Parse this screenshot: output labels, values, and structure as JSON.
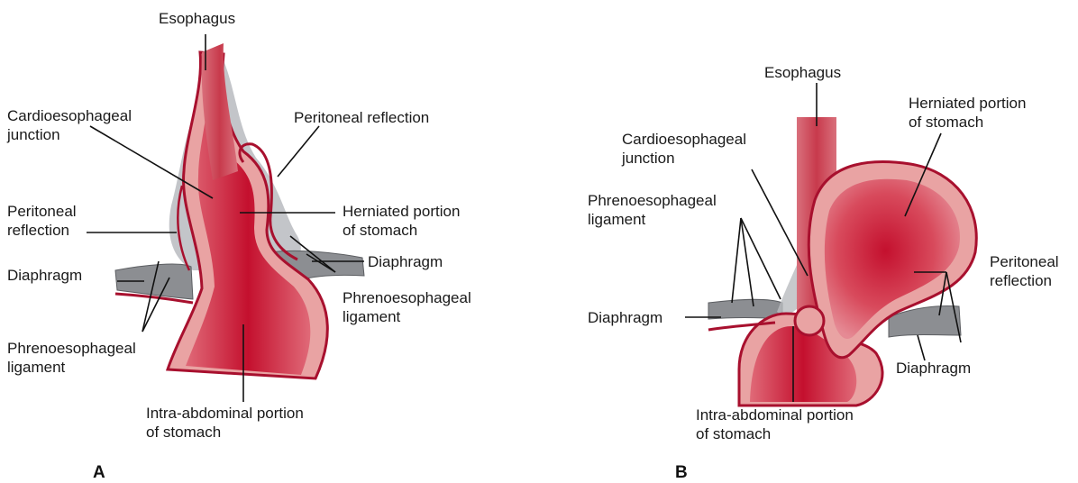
{
  "panel_a": {
    "letter": "A",
    "labels": {
      "esophagus": "Esophagus",
      "cardioesophageal_junction": "Cardioesophageal\njunction",
      "peritoneal_reflection_top": "Peritoneal reflection",
      "peritoneal_reflection_left": "Peritoneal\nreflection",
      "herniated_portion": "Herniated portion\nof stomach",
      "diaphragm_right": "Diaphragm",
      "diaphragm_left": "Diaphragm",
      "phrenoesophageal_right": "Phrenoesophageal\nligament",
      "phrenoesophageal_left": "Phrenoesophageal\nligament",
      "intra_abdominal": "Intra-abdominal portion\nof stomach"
    }
  },
  "panel_b": {
    "letter": "B",
    "labels": {
      "esophagus": "Esophagus",
      "herniated_portion": "Herniated portion\nof stomach",
      "cardioesophageal_junction": "Cardioesophageal\njunction",
      "phrenoesophageal": "Phrenoesophageal\nligament",
      "diaphragm_left": "Diaphragm",
      "peritoneal_reflection": "Peritoneal\nreflection",
      "diaphragm_right": "Diaphragm",
      "intra_abdominal": "Intra-abdominal portion\nof stomach"
    }
  },
  "colors": {
    "stomach_outer": "#a8102e",
    "stomach_wall": "#e8a0a0",
    "stomach_inner": "#d85a6a",
    "lumen_dark": "#c0102e",
    "peritoneum": "#b5b7bb",
    "diaphragm": "#8a8c90"
  }
}
